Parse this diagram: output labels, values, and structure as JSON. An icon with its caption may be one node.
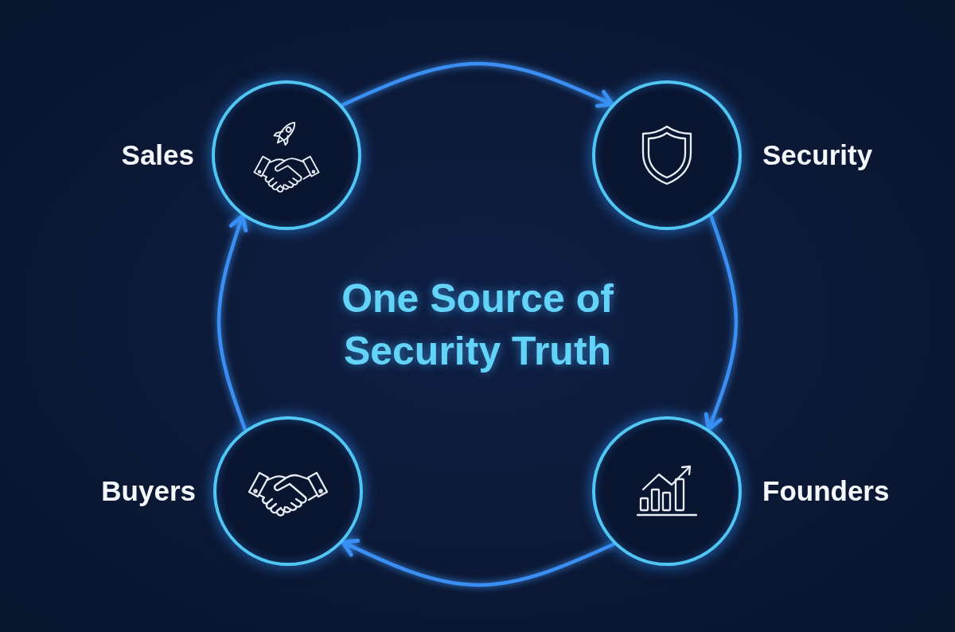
{
  "diagram": {
    "title": "One Source of Security Truth",
    "nodes": [
      {
        "text": [
          "Sales"
        ]
      },
      {
        "text": [
          "Security"
        ]
      },
      {
        "text": [
          "Buyers"
        ]
      },
      {
        "text": [
          "Founders"
        ]
      }
    ],
    "edges": [
      {
        "from": 0,
        "to": 1,
        "arrow": "to"
      },
      {
        "from": 1,
        "to": 3,
        "arrow": "to"
      },
      {
        "from": 3,
        "to": 2,
        "arrow": "to"
      },
      {
        "from": 2,
        "to": 0,
        "arrow": "to"
      }
    ]
  }
}
